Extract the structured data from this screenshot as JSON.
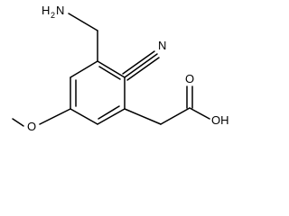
{
  "molecule": {
    "labels": {
      "amine_h": "H",
      "amine_h_count": "2",
      "amine_n": "N",
      "nitrile_n": "N",
      "carbonyl_o": "O",
      "hydroxyl": "OH",
      "ether_o": "O"
    },
    "colors": {
      "bond": "#000000",
      "label": "#000000",
      "background": "#ffffff"
    }
  }
}
